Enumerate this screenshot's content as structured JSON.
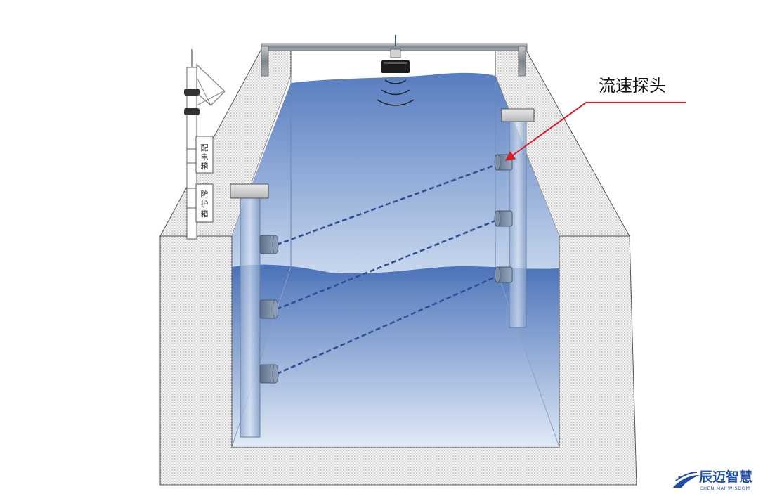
{
  "labels": {
    "probe": "流速探头",
    "power_box": [
      "配",
      "电",
      "箱"
    ],
    "protect_box": [
      "防",
      "护",
      "箱"
    ]
  },
  "logo": {
    "name": "辰迈智慧",
    "tagline": "CHEN MAI WISDOM"
  },
  "colors": {
    "water_top": "#5a82c4",
    "water_bottom": "#dce8f5",
    "concrete": "#f1f1f1",
    "beam": "#8c9196",
    "dash": "#2e4f98",
    "arrow": "#e11b22",
    "logo_blue": "#1f4ea3"
  }
}
